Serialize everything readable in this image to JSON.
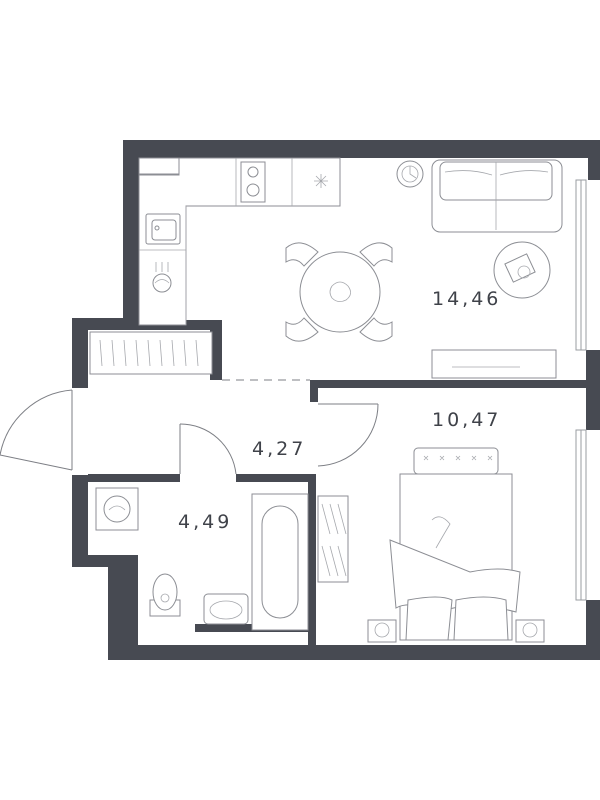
{
  "rooms": [
    {
      "id": "living-kitchen",
      "area": "14,46"
    },
    {
      "id": "bedroom",
      "area": "10,47"
    },
    {
      "id": "hallway",
      "area": "4,27"
    },
    {
      "id": "bathroom",
      "area": "4,49"
    }
  ],
  "colors": {
    "wall": "#474a52",
    "line": "#8c8e94",
    "text": "#3f4249"
  },
  "icons": [
    "stove-icon",
    "sink-icon",
    "washing-machine-icon",
    "toilet-icon",
    "bathtub-icon",
    "sofa-icon",
    "dining-table-icon",
    "bed-icon",
    "tv-icon",
    "plant-icon"
  ]
}
